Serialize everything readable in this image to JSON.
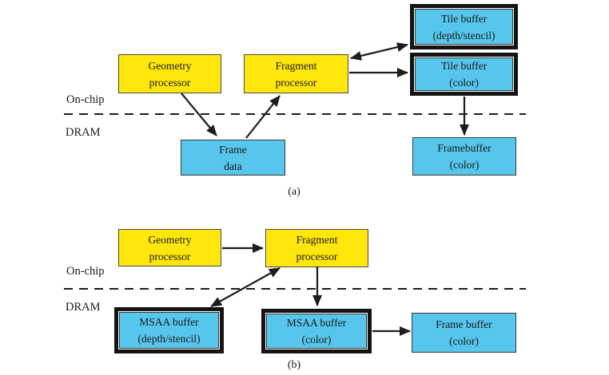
{
  "colors": {
    "processor_fill": "#ffe60d",
    "buffer_fill": "#57c6ec",
    "line_color": "#1c1c1c"
  },
  "diagram_a": {
    "caption": "(a)",
    "on_chip_label": "On-chip",
    "dram_label": "DRAM",
    "nodes": {
      "geometry_processor": {
        "line1": "Geometry",
        "line2": "processor"
      },
      "fragment_processor": {
        "line1": "Fragment",
        "line2": "processor"
      },
      "tile_buffer_depth": {
        "line1": "Tile buffer",
        "line2": "(depth/stencil)"
      },
      "tile_buffer_color": {
        "line1": "Tile buffer",
        "line2": "(color)"
      },
      "frame_data": {
        "line1": "Frame",
        "line2": "data"
      },
      "framebuffer_color": {
        "line1": "Framebuffer",
        "line2": "(color)"
      }
    }
  },
  "diagram_b": {
    "caption": "(b)",
    "on_chip_label": "On-chip",
    "dram_label": "DRAM",
    "nodes": {
      "geometry_processor": {
        "line1": "Geometry",
        "line2": "processor"
      },
      "fragment_processor": {
        "line1": "Fragment",
        "line2": "processor"
      },
      "msaa_buffer_depth": {
        "line1": "MSAA buffer",
        "line2": "(depth/stencil)"
      },
      "msaa_buffer_color": {
        "line1": "MSAA buffer",
        "line2": "(color)"
      },
      "frame_buffer_color": {
        "line1": "Frame buffer",
        "line2": "(color)"
      }
    }
  }
}
